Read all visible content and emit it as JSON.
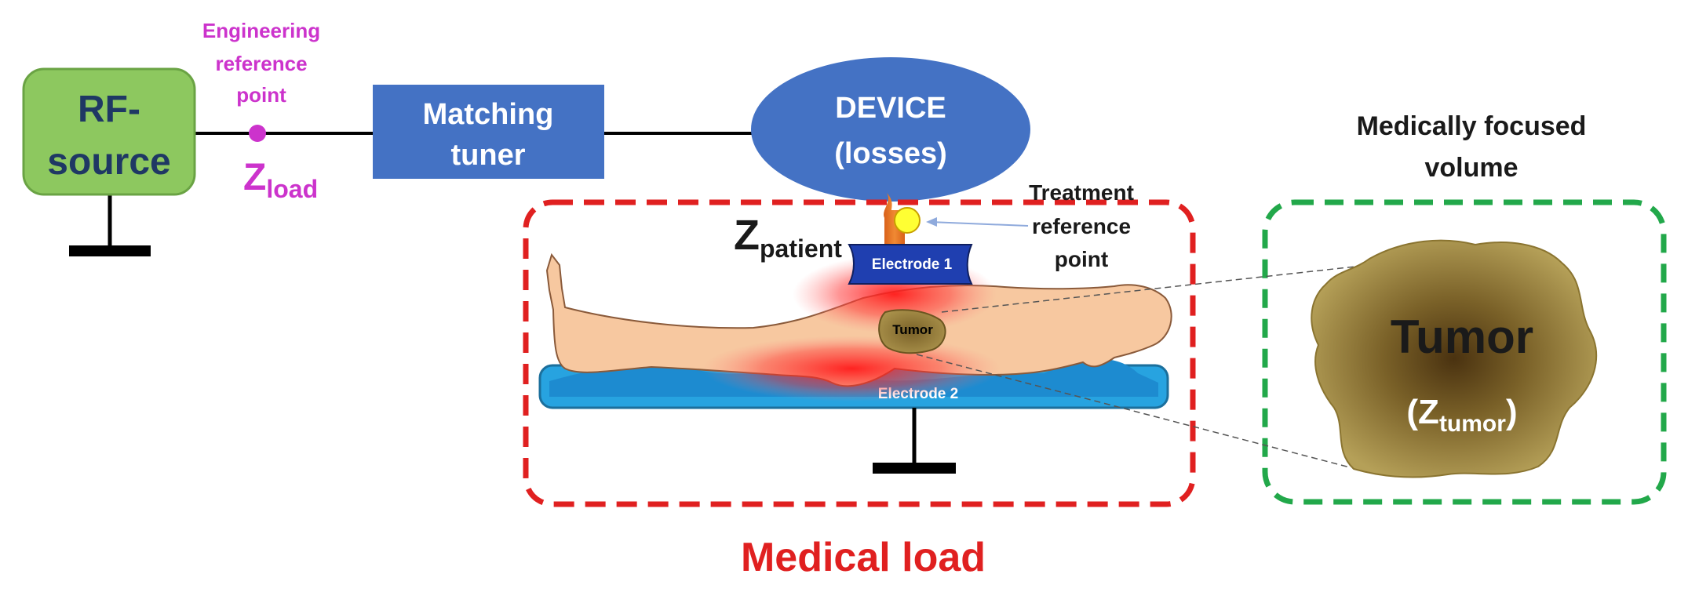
{
  "rf_source": {
    "line1": "RF-",
    "line2": "source"
  },
  "engineering_ref": {
    "line1": "Engineering",
    "line2": "reference",
    "line3": "point"
  },
  "z_load": {
    "main": "Z",
    "sub": "load"
  },
  "matching_tuner": {
    "line1": "Matching",
    "line2": "tuner"
  },
  "device": {
    "line1": "DEVICE",
    "line2": "(losses)"
  },
  "treatment_ref": {
    "line1": "Treatment",
    "line2": "reference",
    "line3": "point"
  },
  "z_patient": {
    "main": "Z",
    "sub": "patient"
  },
  "electrode1": "Electrode 1",
  "electrode2": "Electrode 2",
  "tumor_small": "Tumor",
  "medical_load": "Medical load",
  "focused_volume": {
    "line1": "Medically focused",
    "line2": "volume"
  },
  "tumor_big": {
    "label": "Tumor",
    "z_open": "(Z",
    "z_sub": "tumor",
    "z_close": ")"
  },
  "colors": {
    "rf_fill": "#8dc85f",
    "rf_stroke": "#6aa344",
    "tuner_fill": "#4472c4",
    "device_fill": "#4472c4",
    "magenta": "#cc33cc",
    "medical_red": "#e02020",
    "focused_green": "#22a84a",
    "skin": "#f7c8a0",
    "tumor": "#a08a3c",
    "electrode1": "#1f3fb0",
    "electrode2": "#27a3e0"
  }
}
